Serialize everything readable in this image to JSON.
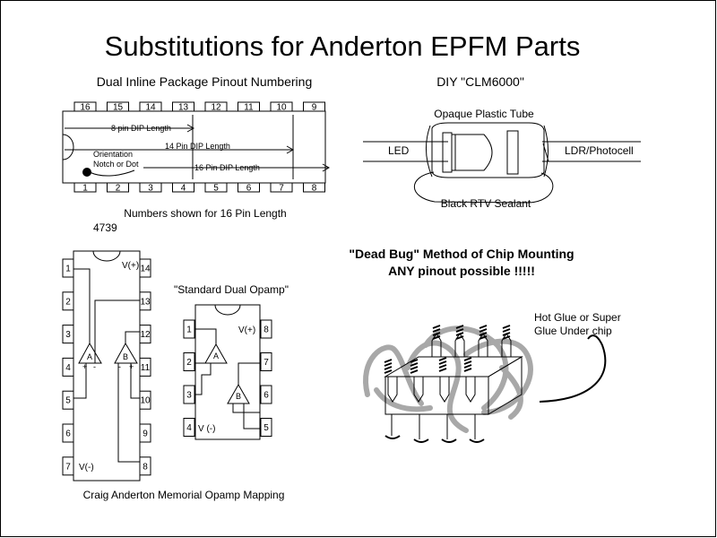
{
  "title": "Substitutions for Anderton EPFM Parts",
  "dip": {
    "heading": "Dual Inline Package Pinout Numbering",
    "top_pins": [
      "16",
      "15",
      "14",
      "13",
      "12",
      "11",
      "10",
      "9"
    ],
    "bottom_pins": [
      "1",
      "2",
      "3",
      "4",
      "5",
      "6",
      "7",
      "8"
    ],
    "len8": "8 pin DIP Length",
    "len14": "14 Pin DIP Length",
    "len16": "16 Pin DIP Length",
    "notch_line1": "Orientation",
    "notch_line2": "Notch or Dot",
    "note": "Numbers shown for 16 Pin Length"
  },
  "clm": {
    "heading": "DIY \"CLM6000\"",
    "tube": "Opaque Plastic Tube",
    "led": "LED",
    "ldr": "LDR/Photocell",
    "sealant": "Black RTV Sealant"
  },
  "ic4739": {
    "name": "4739",
    "left_pins": [
      "1",
      "2",
      "3",
      "4",
      "5",
      "6",
      "7"
    ],
    "right_pins": [
      "14",
      "13",
      "12",
      "11",
      "10",
      "9",
      "8"
    ],
    "vplus": "V(+)",
    "vminus": "V(-)",
    "amp_a": "A",
    "amp_b": "B",
    "caption": "Craig Anderton Memorial Opamp Mapping"
  },
  "dual_opamp": {
    "heading": "\"Standard Dual Opamp\"",
    "left_pins": [
      "1",
      "2",
      "3",
      "4"
    ],
    "right_pins": [
      "8",
      "7",
      "6",
      "5"
    ],
    "vplus": "V(+)",
    "vminus": "V (-)",
    "amp_a": "A",
    "amp_b": "B"
  },
  "dead_bug": {
    "line1": "\"Dead Bug\" Method of Chip Mounting",
    "line2": "ANY pinout possible !!!!!",
    "glue_line1": "Hot Glue or Super",
    "glue_line2": "Glue Under  chip"
  }
}
